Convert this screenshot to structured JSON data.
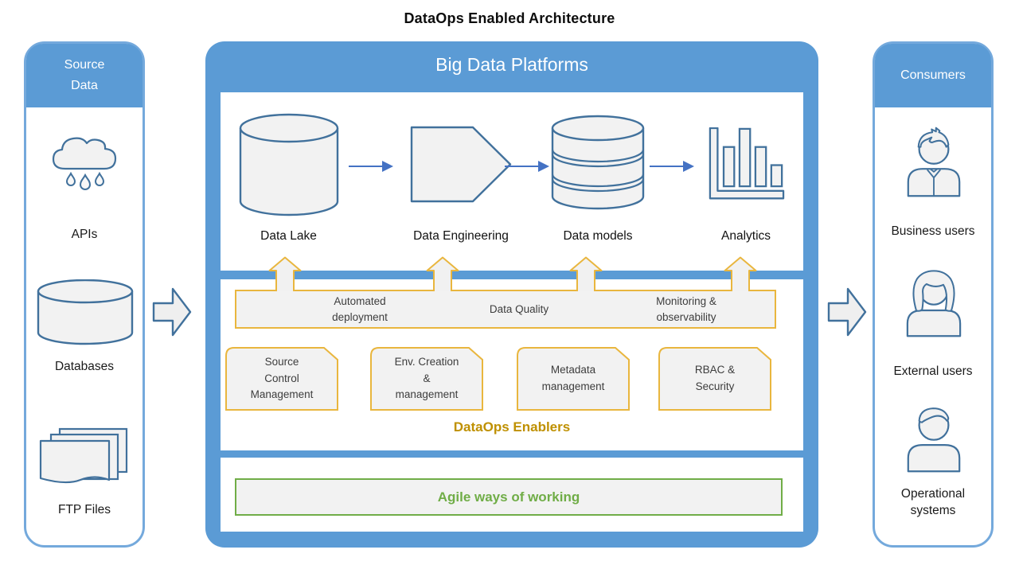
{
  "title": "DataOps Enabled Architecture",
  "colors": {
    "panel_blue": "#5B9BD5",
    "panel_border_blue": "#74A9DC",
    "shape_fill": "#F2F2F2",
    "shape_stroke": "#41719C",
    "connector_blue": "#4472C4",
    "gold_border": "#E9B63E",
    "gold_text": "#BF9000",
    "green": "#70AD47"
  },
  "source_panel": {
    "title": "Source\nData",
    "items": [
      {
        "icon": "cloud-rain-icon",
        "label": "APIs"
      },
      {
        "icon": "database-icon",
        "label": "Databases"
      },
      {
        "icon": "files-icon",
        "label": "FTP Files"
      }
    ]
  },
  "platform_panel": {
    "title": "Big Data Platforms",
    "flow": [
      {
        "icon": "cylinder-icon",
        "label": "Data Lake"
      },
      {
        "icon": "pentagon-icon",
        "label": "Data Engineering"
      },
      {
        "icon": "database-stack-icon",
        "label": "Data models"
      },
      {
        "icon": "bar-chart-icon",
        "label": "Analytics"
      }
    ],
    "enablers": {
      "bar_items": [
        "Automated\ndeployment",
        "Data Quality",
        "Monitoring &\nobservability"
      ],
      "boxes": [
        "Source\nControl\nManagement",
        "Env. Creation\n&\nmanagement",
        "Metadata\nmanagement",
        "RBAC &\nSecurity"
      ],
      "caption": "DataOps Enablers"
    },
    "agile": "Agile ways of working"
  },
  "consumers_panel": {
    "title": "Consumers",
    "items": [
      {
        "icon": "person-icon",
        "label": "Business users"
      },
      {
        "icon": "person-icon",
        "label": "External users"
      },
      {
        "icon": "person-icon",
        "label": "Operational\nsystems"
      }
    ]
  }
}
